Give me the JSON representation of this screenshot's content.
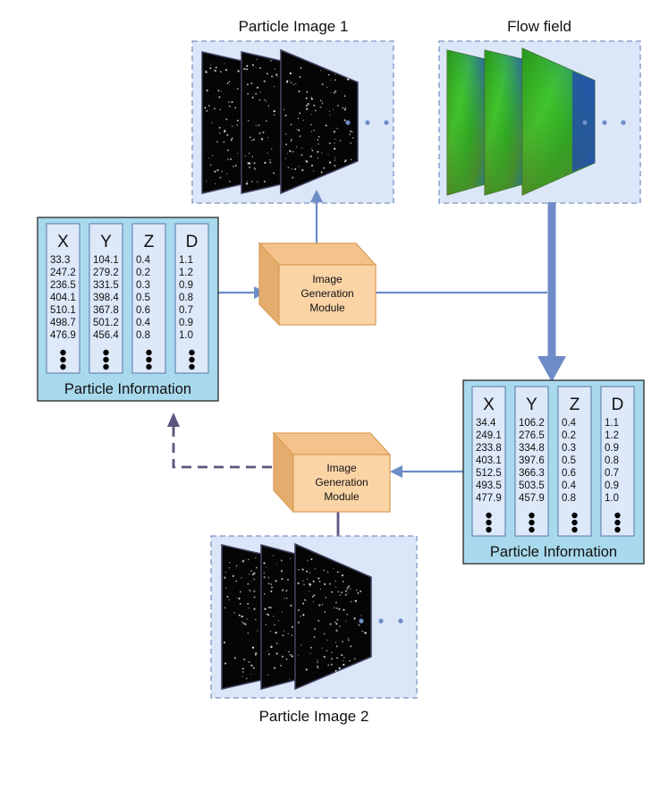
{
  "titles": {
    "particle_image_1": "Particle Image 1",
    "flow_field": "Flow field",
    "particle_image_2": "Particle Image 2"
  },
  "modules": {
    "top": [
      "Image",
      "Generation",
      "Module"
    ],
    "bottom": [
      "Image",
      "Generation",
      "Module"
    ]
  },
  "table_left": {
    "label": "Particle Information",
    "headers": [
      "X",
      "Y",
      "Z",
      "D"
    ],
    "columns": [
      [
        "33.3",
        "247.2",
        "236.5",
        "404.1",
        "510.1",
        "498.7",
        "476.9"
      ],
      [
        "104.1",
        "279.2",
        "331.5",
        "398.4",
        "367.8",
        "501.2",
        "456.4"
      ],
      [
        "0.4",
        "0.2",
        "0.3",
        "0.5",
        "0.6",
        "0.4",
        "0.8"
      ],
      [
        "1.1",
        "1.2",
        "0.9",
        "0.8",
        "0.7",
        "0.9",
        "1.0"
      ]
    ]
  },
  "table_right": {
    "label": "Particle Information",
    "headers": [
      "X",
      "Y",
      "Z",
      "D"
    ],
    "columns": [
      [
        "34.4",
        "249.1",
        "233.8",
        "403.1",
        "512.5",
        "493.5",
        "477.9"
      ],
      [
        "106.2",
        "276.5",
        "334.8",
        "397.6",
        "366.3",
        "503.5",
        "457.9"
      ],
      [
        "0.4",
        "0.2",
        "0.3",
        "0.5",
        "0.6",
        "0.4",
        "0.8"
      ],
      [
        "1.1",
        "1.2",
        "0.9",
        "0.8",
        "0.7",
        "0.9",
        "1.0"
      ]
    ]
  },
  "colors": {
    "panel_fill": "#dbe6f8",
    "panel_border": "#7d94c2",
    "arrow_blue": "#6e8cc8",
    "arrow_purple": "#5d5580",
    "table_bg": "#a9d9ec",
    "table_col": "#dde8f9",
    "module_front": "#fbd4a6",
    "module_edge": "#d99c58"
  }
}
